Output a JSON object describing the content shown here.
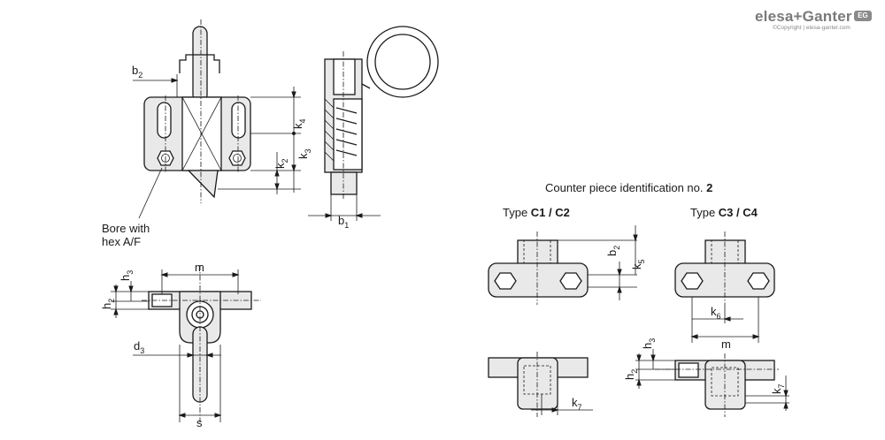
{
  "brand": {
    "logo": "elesa+Ganter",
    "copyright": "©Copyright | elesa-ganter.com",
    "badge": "EG"
  },
  "labels": {
    "b2_top": "b",
    "b2_top_sub": "2",
    "k4": "k",
    "k4_sub": "4",
    "k3": "k",
    "k3_sub": "3",
    "k2": "k",
    "k2_sub": "2",
    "b1": "b",
    "b1_sub": "1",
    "bore_line1": "Bore with",
    "bore_line2": "hex A/F",
    "h3_left": "h",
    "h3_left_sub": "3",
    "h2_left": "h",
    "h2_left_sub": "2",
    "m_left": "m",
    "d3": "d",
    "d3_sub": "3",
    "s": "s",
    "counter_title_prefix": "Counter piece identification no. ",
    "counter_title_num": "2",
    "type_c1_prefix": "Type ",
    "type_c1_bold": "C1 / C2",
    "type_c3_prefix": "Type ",
    "type_c3_bold": "C3 / C4",
    "b2_right": "b",
    "b2_right_sub": "2",
    "k5": "k",
    "k5_sub": "5",
    "k6": "k",
    "k6_sub": "6",
    "m_right": "m",
    "k7_a": "k",
    "k7_a_sub": "7",
    "h3_right": "h",
    "h3_right_sub": "3",
    "h2_right": "h",
    "h2_right_sub": "2",
    "k7_b": "k",
    "k7_b_sub": "7"
  }
}
